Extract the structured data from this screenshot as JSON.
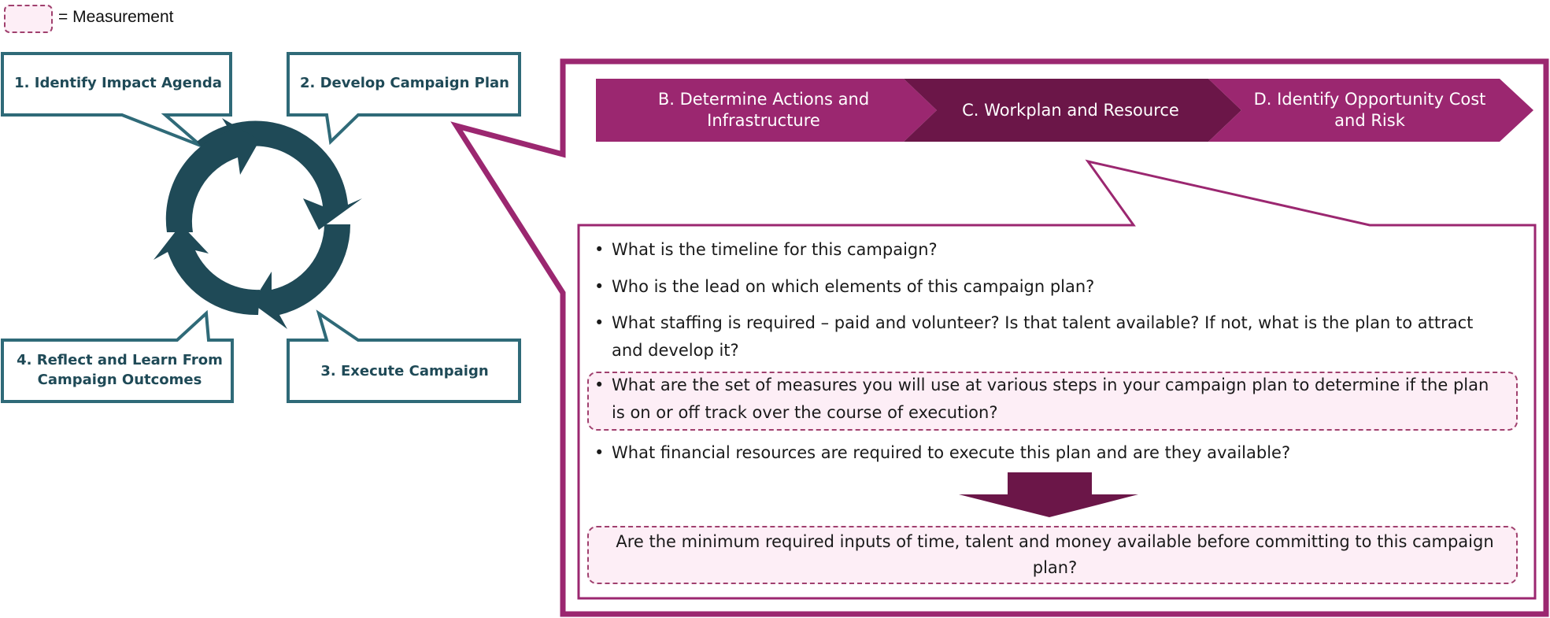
{
  "legend": {
    "label": "= Measurement"
  },
  "cycle": {
    "steps": [
      "1. Identify Impact Agenda",
      "2. Develop Campaign Plan",
      "3. Execute Campaign",
      "4. Reflect and Learn From Campaign Outcomes"
    ]
  },
  "chevrons": [
    "B. Determine Actions and Infrastructure",
    "C. Workplan and Resource",
    "D. Identify Opportunity Cost and Risk"
  ],
  "questions": [
    "What is the timeline for this campaign?",
    "Who is the lead on which elements of this campaign plan?",
    "What staffing is required – paid and volunteer? Is that talent available? If not, what is the plan to attract and develop it?",
    "What are the set of measures you will use at various steps in your campaign plan to determine if the plan is on or off track over the course of execution?",
    "What financial resources are required to execute this plan and are they available?"
  ],
  "final_question": "Are the minimum required inputs of time, talent and money available before committing to this campaign plan?",
  "colors": {
    "teal": "#1f4a57",
    "magenta": "#9b2770",
    "dark_magenta": "#6b1648",
    "measure_fill": "#fdeef6",
    "measure_border": "#a0406e"
  }
}
